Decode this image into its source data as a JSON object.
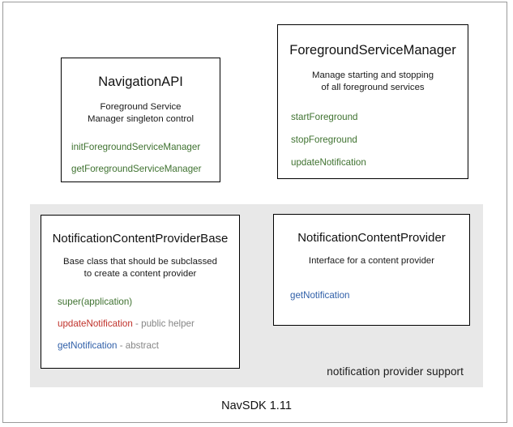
{
  "diagram": {
    "footer_caption": "NavSDK 1.11",
    "group_region": {
      "label": "notification provider support",
      "background_color": "#e8e8e8"
    },
    "colors": {
      "green": "#3f7230",
      "blue": "#2f5fa8",
      "red": "#c0322b",
      "note_gray": "#868686",
      "box_border": "#000000",
      "frame_border": "#9a9a9a",
      "canvas_background": "#ffffff"
    },
    "boxes": [
      {
        "title": "NavigationAPI",
        "description_line1": "Foreground Service",
        "description_line2": "Manager singleton control",
        "members": [
          {
            "name": "initForegroundServiceManager",
            "note": ""
          },
          {
            "name": "getForegroundServiceManager",
            "note": ""
          }
        ]
      },
      {
        "title": "ForegroundServiceManager",
        "description_line1": "Manage starting and stopping",
        "description_line2": "of all foreground services",
        "members": [
          {
            "name": "startForeground",
            "note": ""
          },
          {
            "name": "stopForeground",
            "note": ""
          },
          {
            "name": "updateNotification",
            "note": ""
          }
        ]
      },
      {
        "title": "NotificationContentProviderBase",
        "description_line1": "Base class that should be subclassed",
        "description_line2": "to create a content provider",
        "members": [
          {
            "name": "super(application)",
            "note": ""
          },
          {
            "name": "updateNotification",
            "note": " - public helper"
          },
          {
            "name": "getNotification",
            "note": " - abstract"
          }
        ]
      },
      {
        "title": "NotificationContentProvider",
        "description_line1": "Interface for a content provider",
        "description_line2": "",
        "members": [
          {
            "name": "getNotification",
            "note": ""
          }
        ]
      }
    ]
  }
}
